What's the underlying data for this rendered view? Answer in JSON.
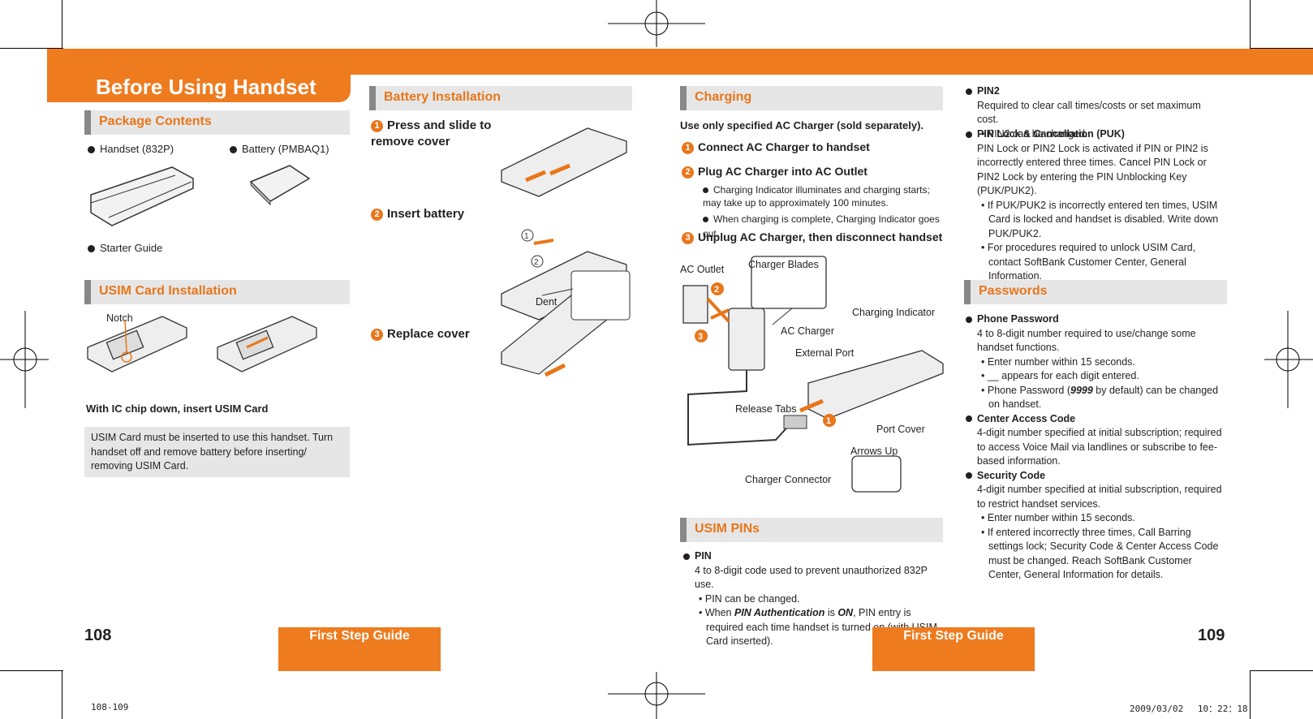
{
  "colors": {
    "accent": "#ee7b1e",
    "section_bg": "#e6e6e6",
    "section_tick": "#888888",
    "text": "#231f20"
  },
  "header": {
    "title": "Before Using Handset"
  },
  "left": {
    "package": {
      "title": "Package Contents",
      "items": [
        "Handset (832P)",
        "Battery (PMBAQ1)",
        "Starter Guide"
      ]
    },
    "usim": {
      "title": "USIM Card Installation",
      "notch_label": "Notch",
      "instruction": "With IC chip down, insert USIM Card",
      "note": "USIM Card must be inserted to use this handset. Turn handset off and remove battery before inserting/ removing USIM Card."
    },
    "page_number": "108",
    "tab_label": "First Step Guide"
  },
  "battery": {
    "title": "Battery Installation",
    "steps": [
      "Press and slide to remove cover",
      "Insert battery",
      "Replace cover"
    ],
    "dent_label": "Dent"
  },
  "charging": {
    "title": "Charging",
    "intro": "Use only specified AC Charger (sold separately).",
    "steps": [
      "Connect AC Charger to handset",
      "Plug AC Charger into AC Outlet",
      "Unplug AC Charger, then disconnect handset"
    ],
    "bullets": [
      "Charging Indicator illuminates and charging starts; may take up to approximately 100 minutes.",
      "When charging is complete, Charging Indicator goes out."
    ],
    "diagram_labels": {
      "ac_outlet": "AC Outlet",
      "charger_blades": "Charger Blades",
      "ac_charger": "AC Charger",
      "charging_indicator": "Charging Indicator",
      "external_port": "External Port",
      "release_tabs": "Release Tabs",
      "port_cover": "Port Cover",
      "arrows_up": "Arrows Up",
      "charger_connector": "Charger Connector"
    }
  },
  "usim_pins": {
    "title": "USIM PINs",
    "pin_heading": "PIN",
    "pin_desc": "4 to 8-digit code used to prevent unauthorized 832P use.",
    "pin_sub1": "PIN can be changed.",
    "pin_sub2_pre": "When ",
    "pin_sub2_em1": "PIN Authentication",
    "pin_sub2_mid": " is ",
    "pin_sub2_em2": "ON",
    "pin_sub2_post": ", PIN entry is required each time handset is turned on (with USIM Card inserted)."
  },
  "pin2": {
    "heading": "PIN2",
    "desc": "Required to clear call times/costs or set maximum cost.",
    "sub1": "PIN2 can be changed."
  },
  "puk": {
    "heading": "PIN Lock & Cancellation (PUK)",
    "desc": "PIN Lock or PIN2 Lock is activated if PIN or PIN2 is incorrectly entered three times. Cancel PIN Lock or PIN2 Lock by entering the PIN Unblocking Key (PUK/PUK2).",
    "sub1": "If PUK/PUK2 is incorrectly entered ten times, USIM Card is locked and handset is disabled. Write down PUK/PUK2.",
    "sub2": "For procedures required to unlock USIM Card, contact SoftBank Customer Center, General Information."
  },
  "passwords": {
    "title": "Passwords",
    "phone_heading": "Phone Password",
    "phone_desc": "4 to 8-digit number required to use/change some handset functions.",
    "phone_sub1": "Enter number within 15 seconds.",
    "phone_sub2": "__ appears for each digit entered.",
    "phone_sub3_pre": "Phone Password (",
    "phone_sub3_em": "9999",
    "phone_sub3_post": " by default) can be changed on handset.",
    "center_heading": "Center Access Code",
    "center_desc": "4-digit number specified at initial subscription; required to access Voice Mail via landlines or subscribe to fee-based information.",
    "security_heading": "Security Code",
    "security_desc": "4-digit number specified at initial subscription, required to restrict handset services.",
    "security_sub1": "Enter number within 15 seconds.",
    "security_sub2": "If entered incorrectly three times, Call Barring settings lock; Security Code & Center Access Code must be changed. Reach SoftBank Customer Center, General Information for details."
  },
  "right": {
    "page_number": "109",
    "tab_label": "First Step Guide"
  },
  "footer": {
    "file": "108-109",
    "timestamp": "2009/03/02　 10：22：18"
  }
}
